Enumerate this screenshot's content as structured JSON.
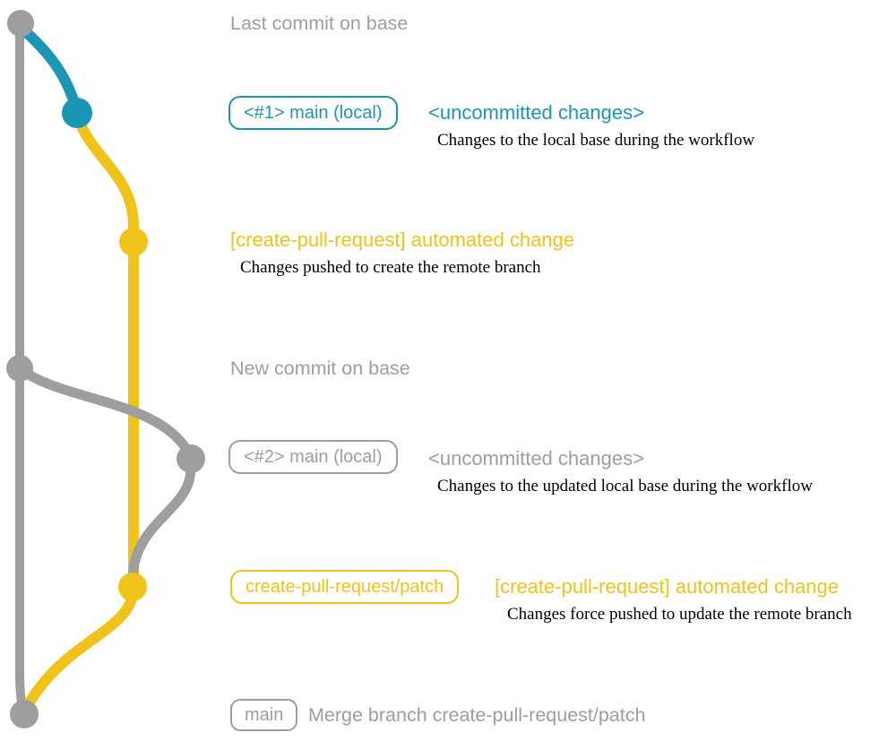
{
  "colors": {
    "gray": "#9e9e9e",
    "blue": "#1b96b5",
    "yellow": "#efc319",
    "caption": "#000000",
    "bg": "#ffffff"
  },
  "graph": {
    "type": "git-branch-diagram",
    "branches": [
      {
        "name": "base",
        "color": "gray"
      },
      {
        "name": "local main",
        "color": "blue"
      },
      {
        "name": "create-pull-request/patch",
        "color": "yellow"
      }
    ],
    "node_colors": [
      "gray",
      "blue",
      "yellow",
      "gray",
      "gray",
      "yellow",
      "gray"
    ]
  },
  "rows": {
    "last_commit": {
      "label": "Last commit on base"
    },
    "row1": {
      "badge": "<#1> main (local)",
      "title": "<uncommitted changes>",
      "caption": "Changes to the local base during the workflow"
    },
    "row2": {
      "title": "[create-pull-request] automated change",
      "caption": "Changes pushed to create the remote branch"
    },
    "new_commit": {
      "label": "New commit on base"
    },
    "row3": {
      "badge": "<#2> main (local)",
      "title": "<uncommitted changes>",
      "caption": "Changes to the updated local base during the workflow"
    },
    "row4": {
      "badge": "create-pull-request/patch",
      "title": "[create-pull-request] automated change",
      "caption": "Changes force pushed to update the remote branch"
    },
    "merge": {
      "badge": "main",
      "label": "Merge branch create-pull-request/patch"
    }
  }
}
